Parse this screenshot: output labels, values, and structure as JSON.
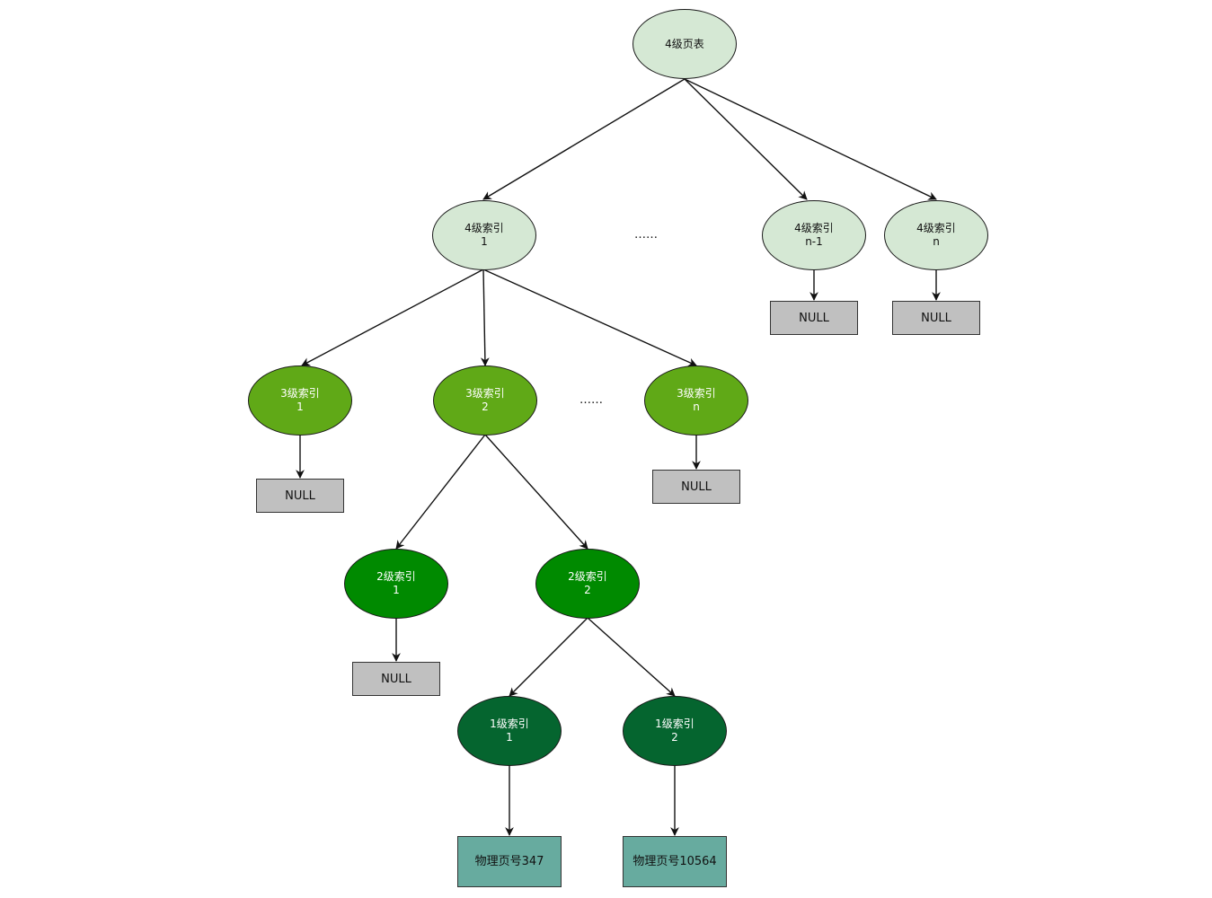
{
  "colors": {
    "level4": "#d5e8d4",
    "level3": "#60a917",
    "level2": "#008a00",
    "level1": "#05652f",
    "null_box": "#c0c0c0",
    "physical_box": "#67ab9f",
    "edge": "#111111"
  },
  "nodes": {
    "root": {
      "line1": "4级页表"
    },
    "l4_1": {
      "line1": "4级索引",
      "line2": "1"
    },
    "l4_n1": {
      "line1": "4级索引",
      "line2": "n-1"
    },
    "l4_n": {
      "line1": "4级索引",
      "line2": "n"
    },
    "l3_1": {
      "line1": "3级索引",
      "line2": "1"
    },
    "l3_2": {
      "line1": "3级索引",
      "line2": "2"
    },
    "l3_n": {
      "line1": "3级索引",
      "line2": "n"
    },
    "l2_1": {
      "line1": "2级索引",
      "line2": "1"
    },
    "l2_2": {
      "line1": "2级索引",
      "line2": "2"
    },
    "l1_1": {
      "line1": "1级索引",
      "line2": "1"
    },
    "l1_2": {
      "line1": "1级索引",
      "line2": "2"
    },
    "null_4n1": {
      "label": "NULL"
    },
    "null_4n": {
      "label": "NULL"
    },
    "null_3_1": {
      "label": "NULL"
    },
    "null_3_n": {
      "label": "NULL"
    },
    "null_2_1": {
      "label": "NULL"
    },
    "phys_1": {
      "label": "物理页号347"
    },
    "phys_2": {
      "label": "物理页号10564"
    }
  },
  "ellipsis": {
    "level4": "……",
    "level3": "……"
  }
}
